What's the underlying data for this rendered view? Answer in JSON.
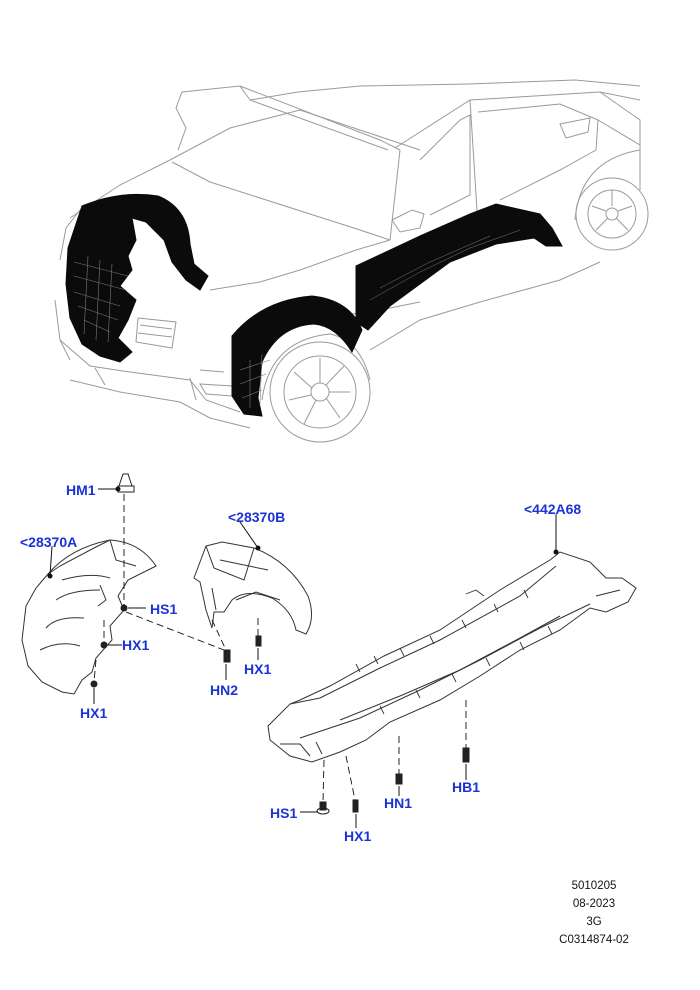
{
  "callouts": {
    "hm1": "HM1",
    "ref_28370a": "<28370A",
    "ref_28370b": "<28370B",
    "ref_442a68": "<442A68",
    "hs1_top": "HS1",
    "hx1_mid": "HX1",
    "hx1_low": "HX1",
    "hn2": "HN2",
    "hx1_right": "HX1",
    "hs1_bottom": "HS1",
    "hx1_bottom": "HX1",
    "hn1": "HN1",
    "hb1": "HB1"
  },
  "info_block": {
    "code": "5010205",
    "date": "08-2023",
    "variant": "3G",
    "illustration_id": "C0314874-02"
  },
  "colors": {
    "callout_text": "#1a33d6",
    "outline": "#8a8a8a",
    "part_fill": "#0b0b0b"
  }
}
